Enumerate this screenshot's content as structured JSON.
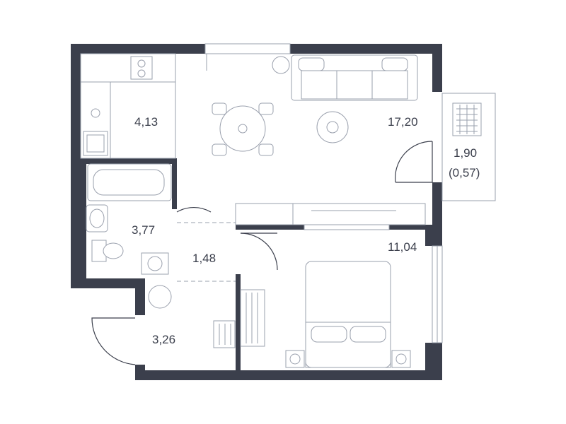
{
  "rooms": {
    "kitchen": "4,13",
    "living": "17,20",
    "balcony_area": "1,90",
    "balcony_reduced": "(0,57)",
    "bathroom": "3,77",
    "corridor": "1,48",
    "bedroom": "11,04",
    "hallway": "3,26"
  },
  "colors": {
    "wall": "#3b3f4c",
    "line": "#9aa0ad"
  }
}
